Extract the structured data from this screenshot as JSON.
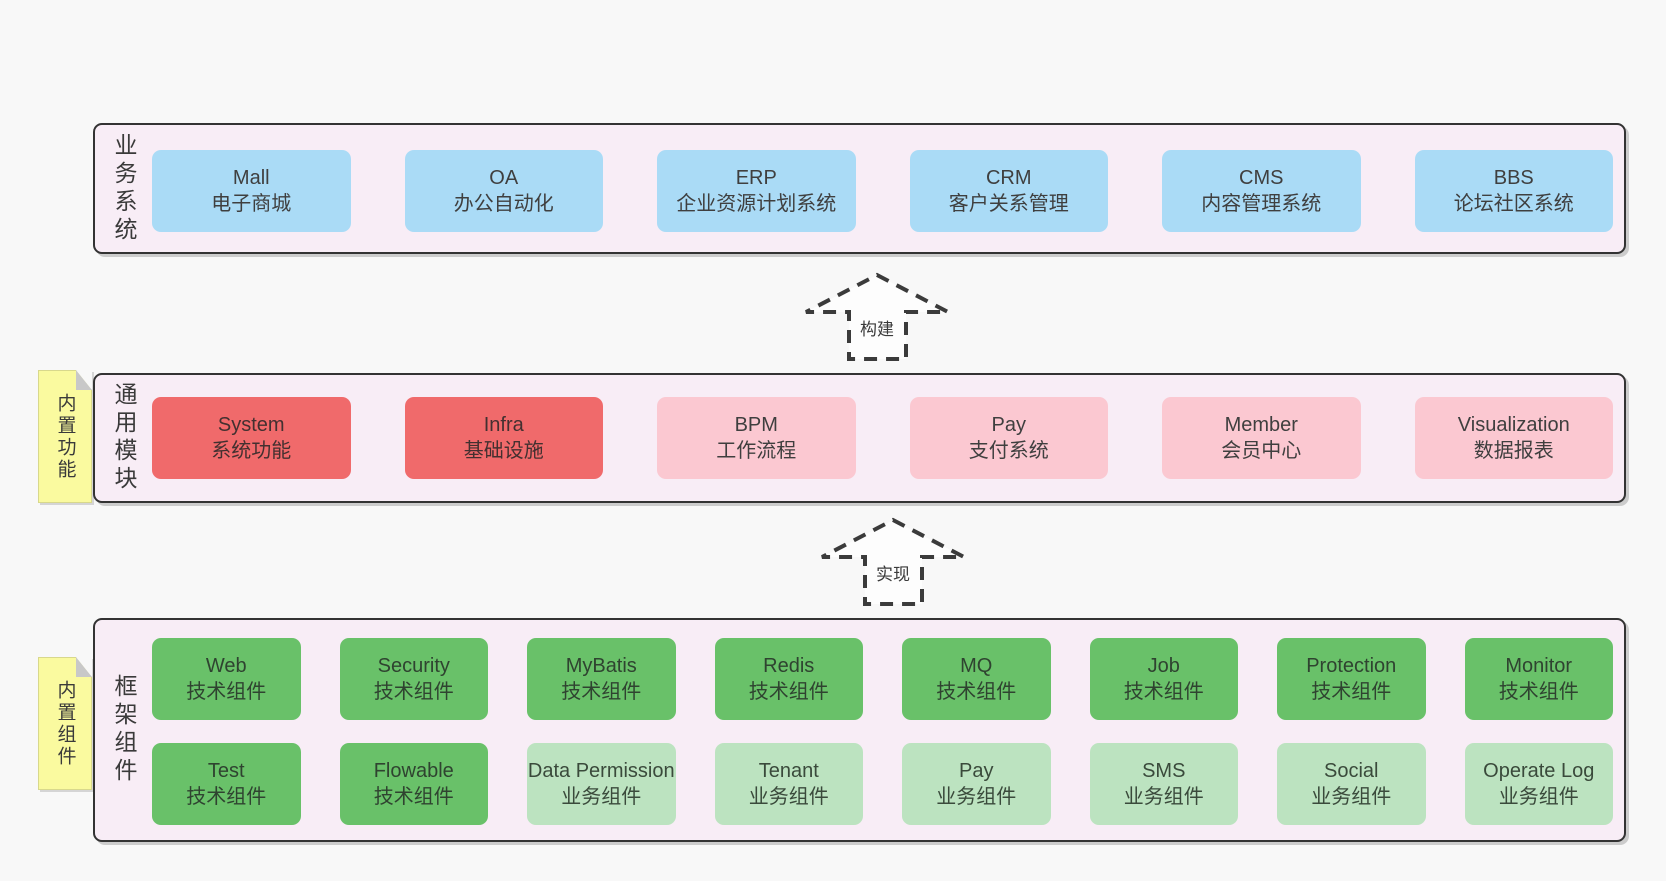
{
  "diagram": {
    "layers": [
      {
        "side_label": "业务系统",
        "boxes": [
          {
            "name": "Mall",
            "desc": "电子商城",
            "variant": "blue"
          },
          {
            "name": "OA",
            "desc": "办公自动化",
            "variant": "blue"
          },
          {
            "name": "ERP",
            "desc": "企业资源计划系统",
            "variant": "blue"
          },
          {
            "name": "CRM",
            "desc": "客户关系管理",
            "variant": "blue"
          },
          {
            "name": "CMS",
            "desc": "内容管理系统",
            "variant": "blue"
          },
          {
            "name": "BBS",
            "desc": "论坛社区系统",
            "variant": "blue"
          }
        ]
      },
      {
        "side_label": "通用模块",
        "note": "内置功能",
        "boxes": [
          {
            "name": "System",
            "desc": "系统功能",
            "variant": "red"
          },
          {
            "name": "Infra",
            "desc": "基础设施",
            "variant": "red"
          },
          {
            "name": "BPM",
            "desc": "工作流程",
            "variant": "pink"
          },
          {
            "name": "Pay",
            "desc": "支付系统",
            "variant": "pink"
          },
          {
            "name": "Member",
            "desc": "会员中心",
            "variant": "pink"
          },
          {
            "name": "Visualization",
            "desc": "数据报表",
            "variant": "pink"
          }
        ]
      },
      {
        "side_label": "框架组件",
        "note": "内置组件",
        "rows": [
          [
            {
              "name": "Web",
              "desc": "技术组件",
              "variant": "green"
            },
            {
              "name": "Security",
              "desc": "技术组件",
              "variant": "green"
            },
            {
              "name": "MyBatis",
              "desc": "技术组件",
              "variant": "green"
            },
            {
              "name": "Redis",
              "desc": "技术组件",
              "variant": "green"
            },
            {
              "name": "MQ",
              "desc": "技术组件",
              "variant": "green"
            },
            {
              "name": "Job",
              "desc": "技术组件",
              "variant": "green"
            },
            {
              "name": "Protection",
              "desc": "技术组件",
              "variant": "green"
            },
            {
              "name": "Monitor",
              "desc": "技术组件",
              "variant": "green"
            }
          ],
          [
            {
              "name": "Test",
              "desc": "技术组件",
              "variant": "green"
            },
            {
              "name": "Flowable",
              "desc": "技术组件",
              "variant": "green"
            },
            {
              "name": "Data Permission",
              "desc": "业务组件",
              "variant": "green-light"
            },
            {
              "name": "Tenant",
              "desc": "业务组件",
              "variant": "green-light"
            },
            {
              "name": "Pay",
              "desc": "业务组件",
              "variant": "green-light"
            },
            {
              "name": "SMS",
              "desc": "业务组件",
              "variant": "green-light"
            },
            {
              "name": "Social",
              "desc": "业务组件",
              "variant": "green-light"
            },
            {
              "name": "Operate Log",
              "desc": "业务组件",
              "variant": "green-light"
            }
          ]
        ]
      }
    ],
    "arrows": [
      {
        "label": "构建"
      },
      {
        "label": "实现"
      }
    ]
  },
  "colors": {
    "page_bg": "#f8f8f8",
    "band_bg": "#f8edf6",
    "band_border": "#333333",
    "box_blue": "#aadbf6",
    "box_red": "#f06a6b",
    "box_pink": "#fbc8d1",
    "box_green": "#69c169",
    "box_green_light": "#bce3c0",
    "note_yellow": "#fafa9f",
    "text": "#3f3f3f"
  }
}
